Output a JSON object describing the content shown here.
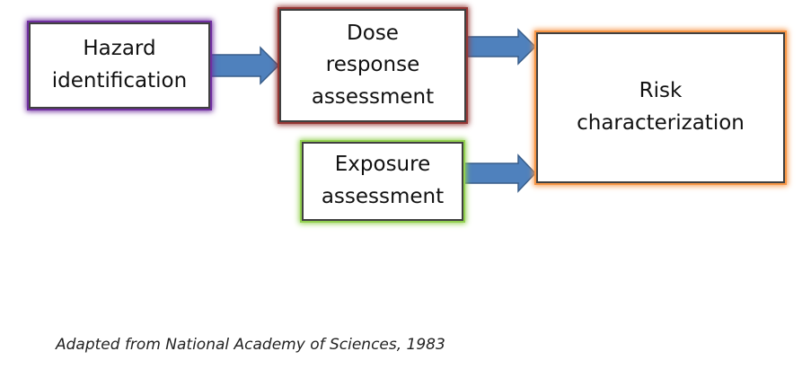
{
  "diagram": {
    "nodes": [
      {
        "id": "hazard",
        "lines": [
          "Hazard",
          "identification"
        ],
        "glow": "#7030a0"
      },
      {
        "id": "dose",
        "lines": [
          "Dose",
          "response",
          "assessment"
        ],
        "glow": "#953735"
      },
      {
        "id": "exposure",
        "lines": [
          "Exposure",
          "assessment"
        ],
        "glow": "#92d050"
      },
      {
        "id": "risk",
        "lines": [
          "Risk",
          "characterization"
        ],
        "glow": "#f79646"
      }
    ],
    "edges": [
      {
        "from": "hazard",
        "to": "dose"
      },
      {
        "from": "dose",
        "to": "risk"
      },
      {
        "from": "exposure",
        "to": "risk"
      }
    ],
    "arrow_color": "#4f81bd",
    "arrow_stroke": "#385d8a"
  },
  "footnote": "Adapted from National Academy of Sciences, 1983"
}
